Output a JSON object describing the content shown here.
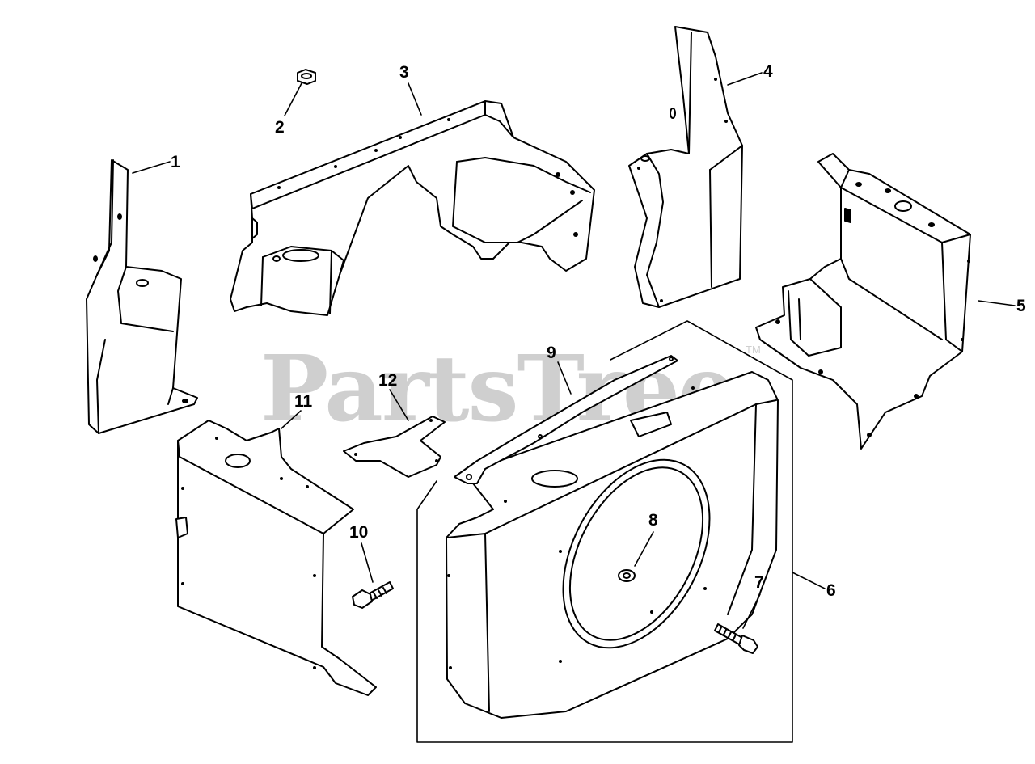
{
  "watermark": {
    "text": "PartsTree",
    "trademark": "TM",
    "color": "#cfcfcf"
  },
  "colors": {
    "line": "#000000",
    "fill": "#ffffff",
    "background": "#ffffff"
  },
  "callouts": [
    {
      "id": "1",
      "label": "1",
      "part": "left-air-baffle"
    },
    {
      "id": "2",
      "label": "2",
      "part": "hex-nut"
    },
    {
      "id": "3",
      "label": "3",
      "part": "cylinder-head-baffle"
    },
    {
      "id": "4",
      "label": "4",
      "part": "right-air-baffle"
    },
    {
      "id": "5",
      "label": "5",
      "part": "side-shroud"
    },
    {
      "id": "6",
      "label": "6",
      "part": "blower-housing-assembly"
    },
    {
      "id": "7",
      "label": "7",
      "part": "screw"
    },
    {
      "id": "8",
      "label": "8",
      "part": "grommet"
    },
    {
      "id": "9",
      "label": "9",
      "part": "baffle-strip"
    },
    {
      "id": "10",
      "label": "10",
      "part": "hex-bolt"
    },
    {
      "id": "11",
      "label": "11",
      "part": "lower-side-shroud"
    },
    {
      "id": "12",
      "label": "12",
      "part": "small-plate"
    }
  ]
}
